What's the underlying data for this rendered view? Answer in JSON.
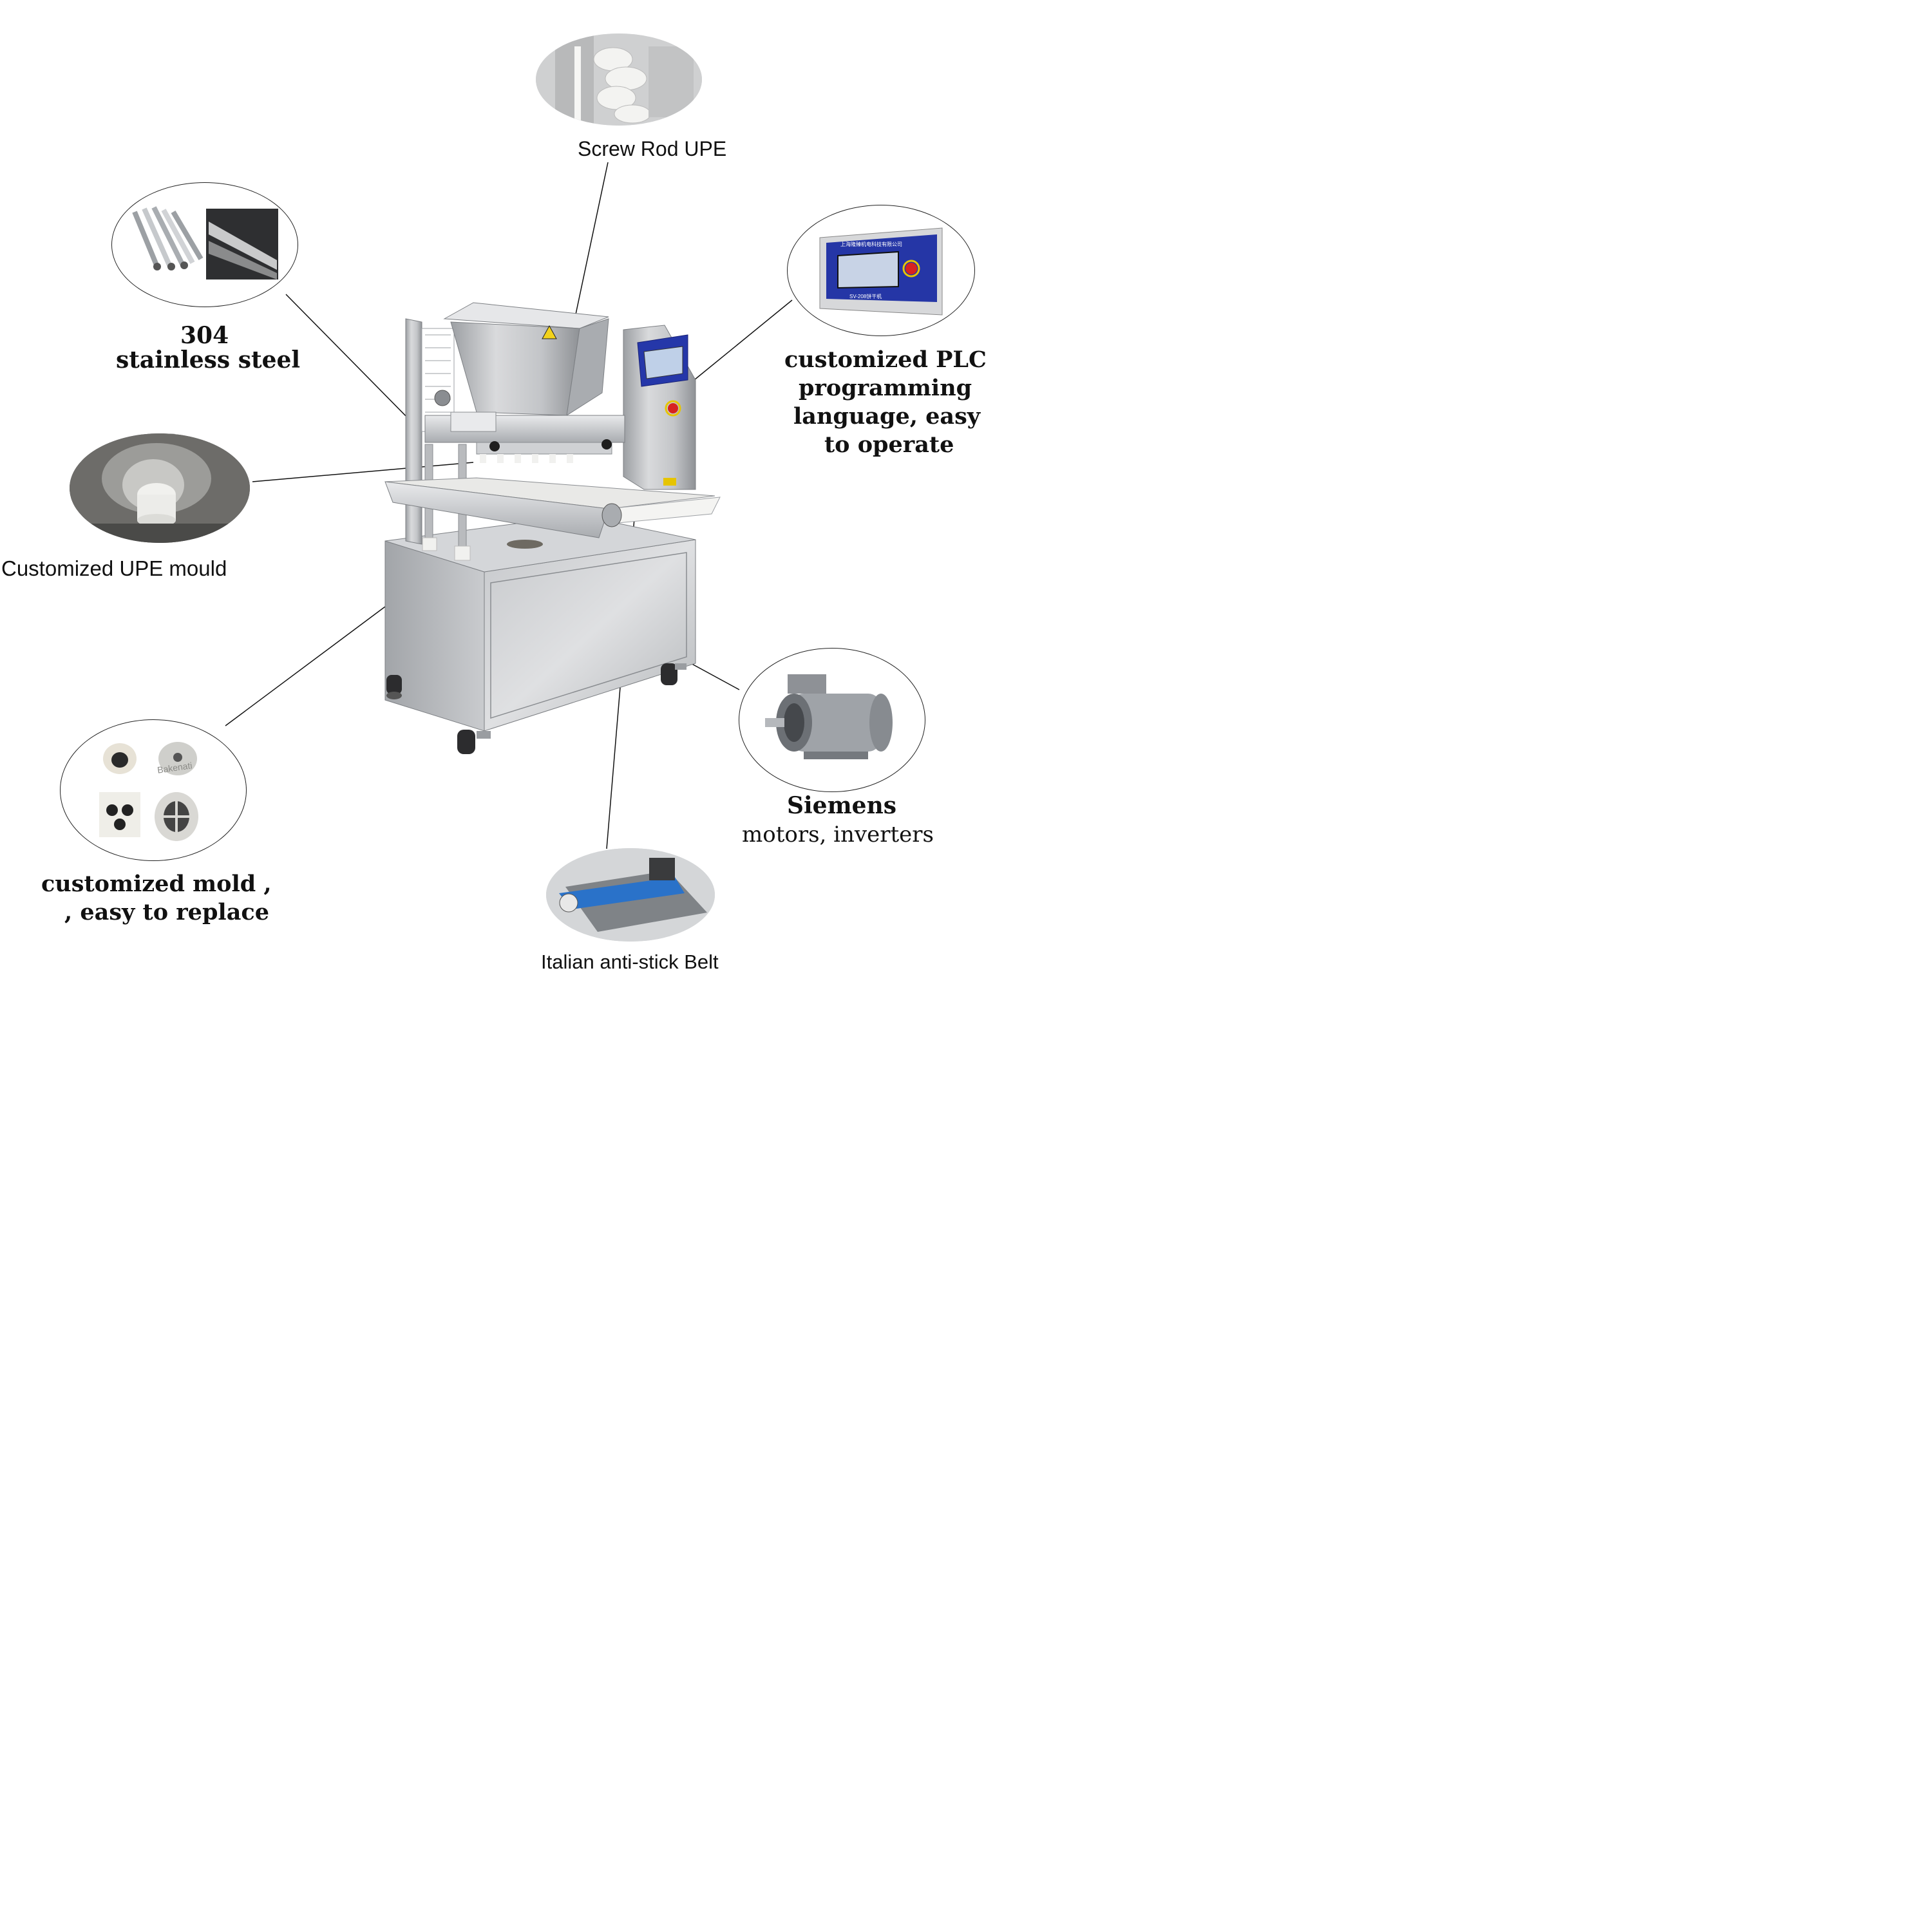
{
  "callouts": {
    "screw_rod": "Screw Rod UPE",
    "stainless": {
      "line1": "304",
      "line2": "stainless steel"
    },
    "plc": {
      "line1": "customized PLC",
      "line2": "programming",
      "line3": "language, easy",
      "line4": "to operate"
    },
    "upe_mould": "Customized UPE mould",
    "mold": {
      "line1": "customized mold ,",
      "line2": ", easy to replace"
    },
    "siemens": {
      "line1": "Siemens",
      "line2": "motors, inverters"
    },
    "belt": "Italian anti-stick Belt"
  },
  "machine": {
    "panel_header": "上海隆臻机电科技有限公司",
    "panel_model": "SV-208饼干机"
  },
  "thumbnails": {
    "mold_brand": "Bakenati"
  },
  "colors": {
    "steel_light": "#e2e3e5",
    "steel_mid": "#b8babd",
    "steel_dark": "#8c8f93",
    "panel_blue": "#1f2d9a",
    "belt_blue": "#2a72c9",
    "stop_red": "#d8221f"
  }
}
